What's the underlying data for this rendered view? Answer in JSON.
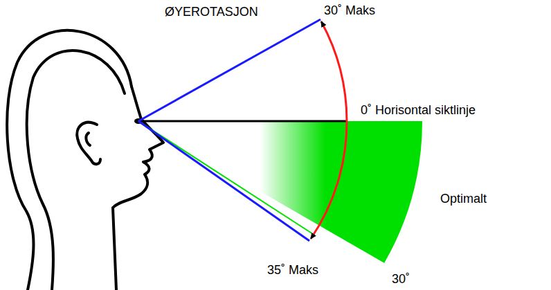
{
  "diagram": {
    "labels": [
      "ØYEROTASJON",
      "30˚ Maks",
      "0˚ Horisontal siktlinje",
      "Optimalt",
      "35˚ Maks",
      "30˚"
    ]
  }
}
